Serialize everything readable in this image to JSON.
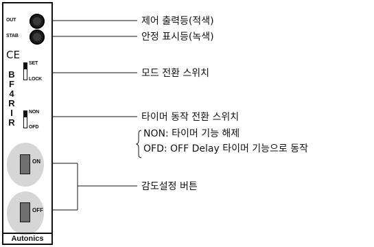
{
  "panel": {
    "led_out_label": "OUT",
    "led_stab_label": "STAB",
    "ce_mark": "CE",
    "model_chars": [
      "B",
      "F",
      "4",
      "R",
      "I",
      "R"
    ],
    "mode_switch": {
      "top_label": "SET",
      "bottom_label": "LOCK"
    },
    "timer_switch": {
      "top_label": "NON",
      "bottom_label": "OFD"
    },
    "buttons": {
      "on_label": "ON",
      "off_label": "OFF"
    },
    "brand": "Autonics"
  },
  "callouts": {
    "control_output_led": "제어 출력등(적색)",
    "stability_led": "안정 표시등(녹색)",
    "mode_switch": "모드 전환 스위치",
    "timer_switch": "타이머 동작 전환 스위치",
    "timer_non": "NON: 타이머 기능 해제",
    "timer_ofd": "OFD: OFF Delay 타이머 기능으로 동작",
    "sensitivity_buttons": "감도설정 버튼"
  }
}
